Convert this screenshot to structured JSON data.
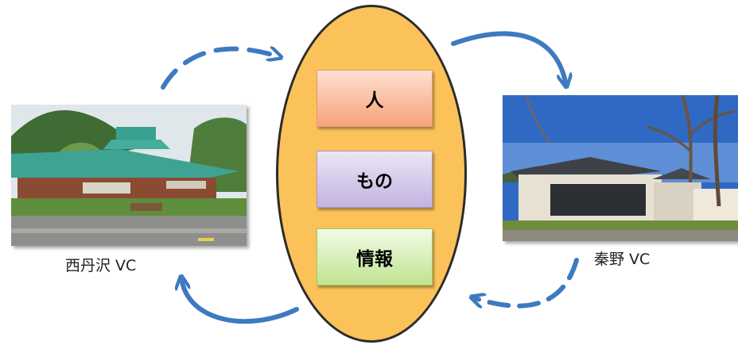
{
  "center": {
    "items": [
      {
        "label": "人"
      },
      {
        "label": "もの"
      },
      {
        "label": "情報"
      }
    ]
  },
  "sites": {
    "left": {
      "caption": "西丹沢 VC"
    },
    "right": {
      "caption": "秦野 VC"
    }
  },
  "colors": {
    "ellipse": "#fcc25a",
    "arrow": "#3d7ac0",
    "people_box": "#f7a27a",
    "things_box": "#c2b3e0",
    "info_box": "#bfe490"
  }
}
